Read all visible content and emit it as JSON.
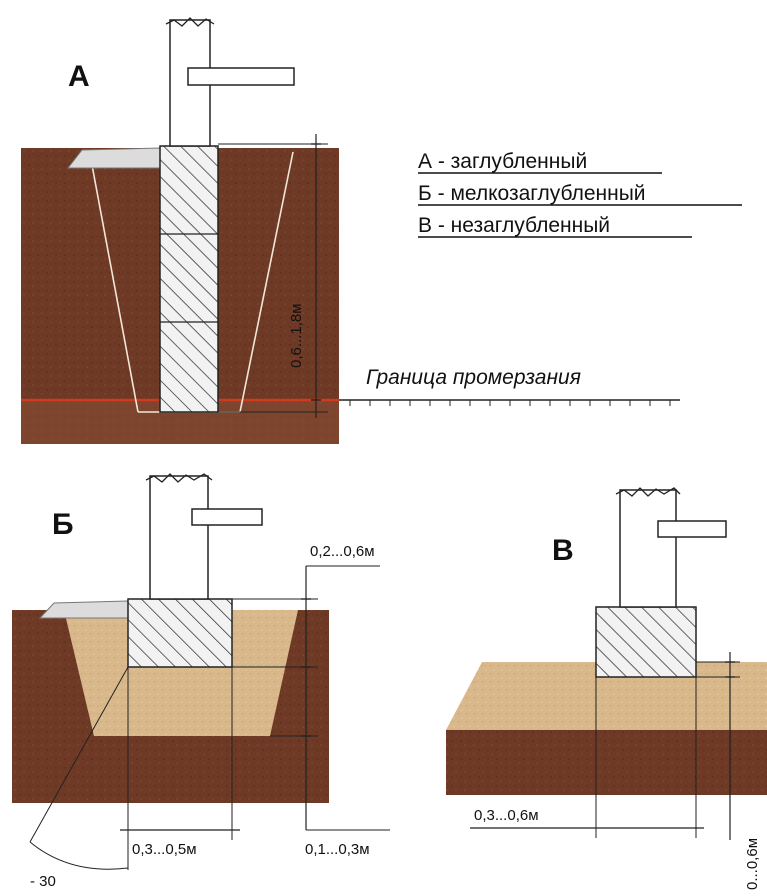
{
  "panels": {
    "a": {
      "letter": "А",
      "depth_label": "0,6...1,8м",
      "frost_label": "Граница промерзания"
    },
    "b": {
      "letter": "Б",
      "top_label": "0,2...0,6м",
      "width_label": "0,3...0,5м",
      "sand_label": "0,1...0,3м",
      "angle_label": "- 30"
    },
    "v": {
      "letter": "В",
      "width_label": "0,3...0,6м",
      "height_label": "0...0,6м"
    }
  },
  "legend": [
    "А - заглубленный",
    "Б - мелкозаглубленный",
    "В - незаглубленный"
  ],
  "colors": {
    "soil": "#6e3a26",
    "sand": "#d9b98c",
    "frost_line": "#d23a1f",
    "foundation_fill": "#f0f0f0"
  }
}
